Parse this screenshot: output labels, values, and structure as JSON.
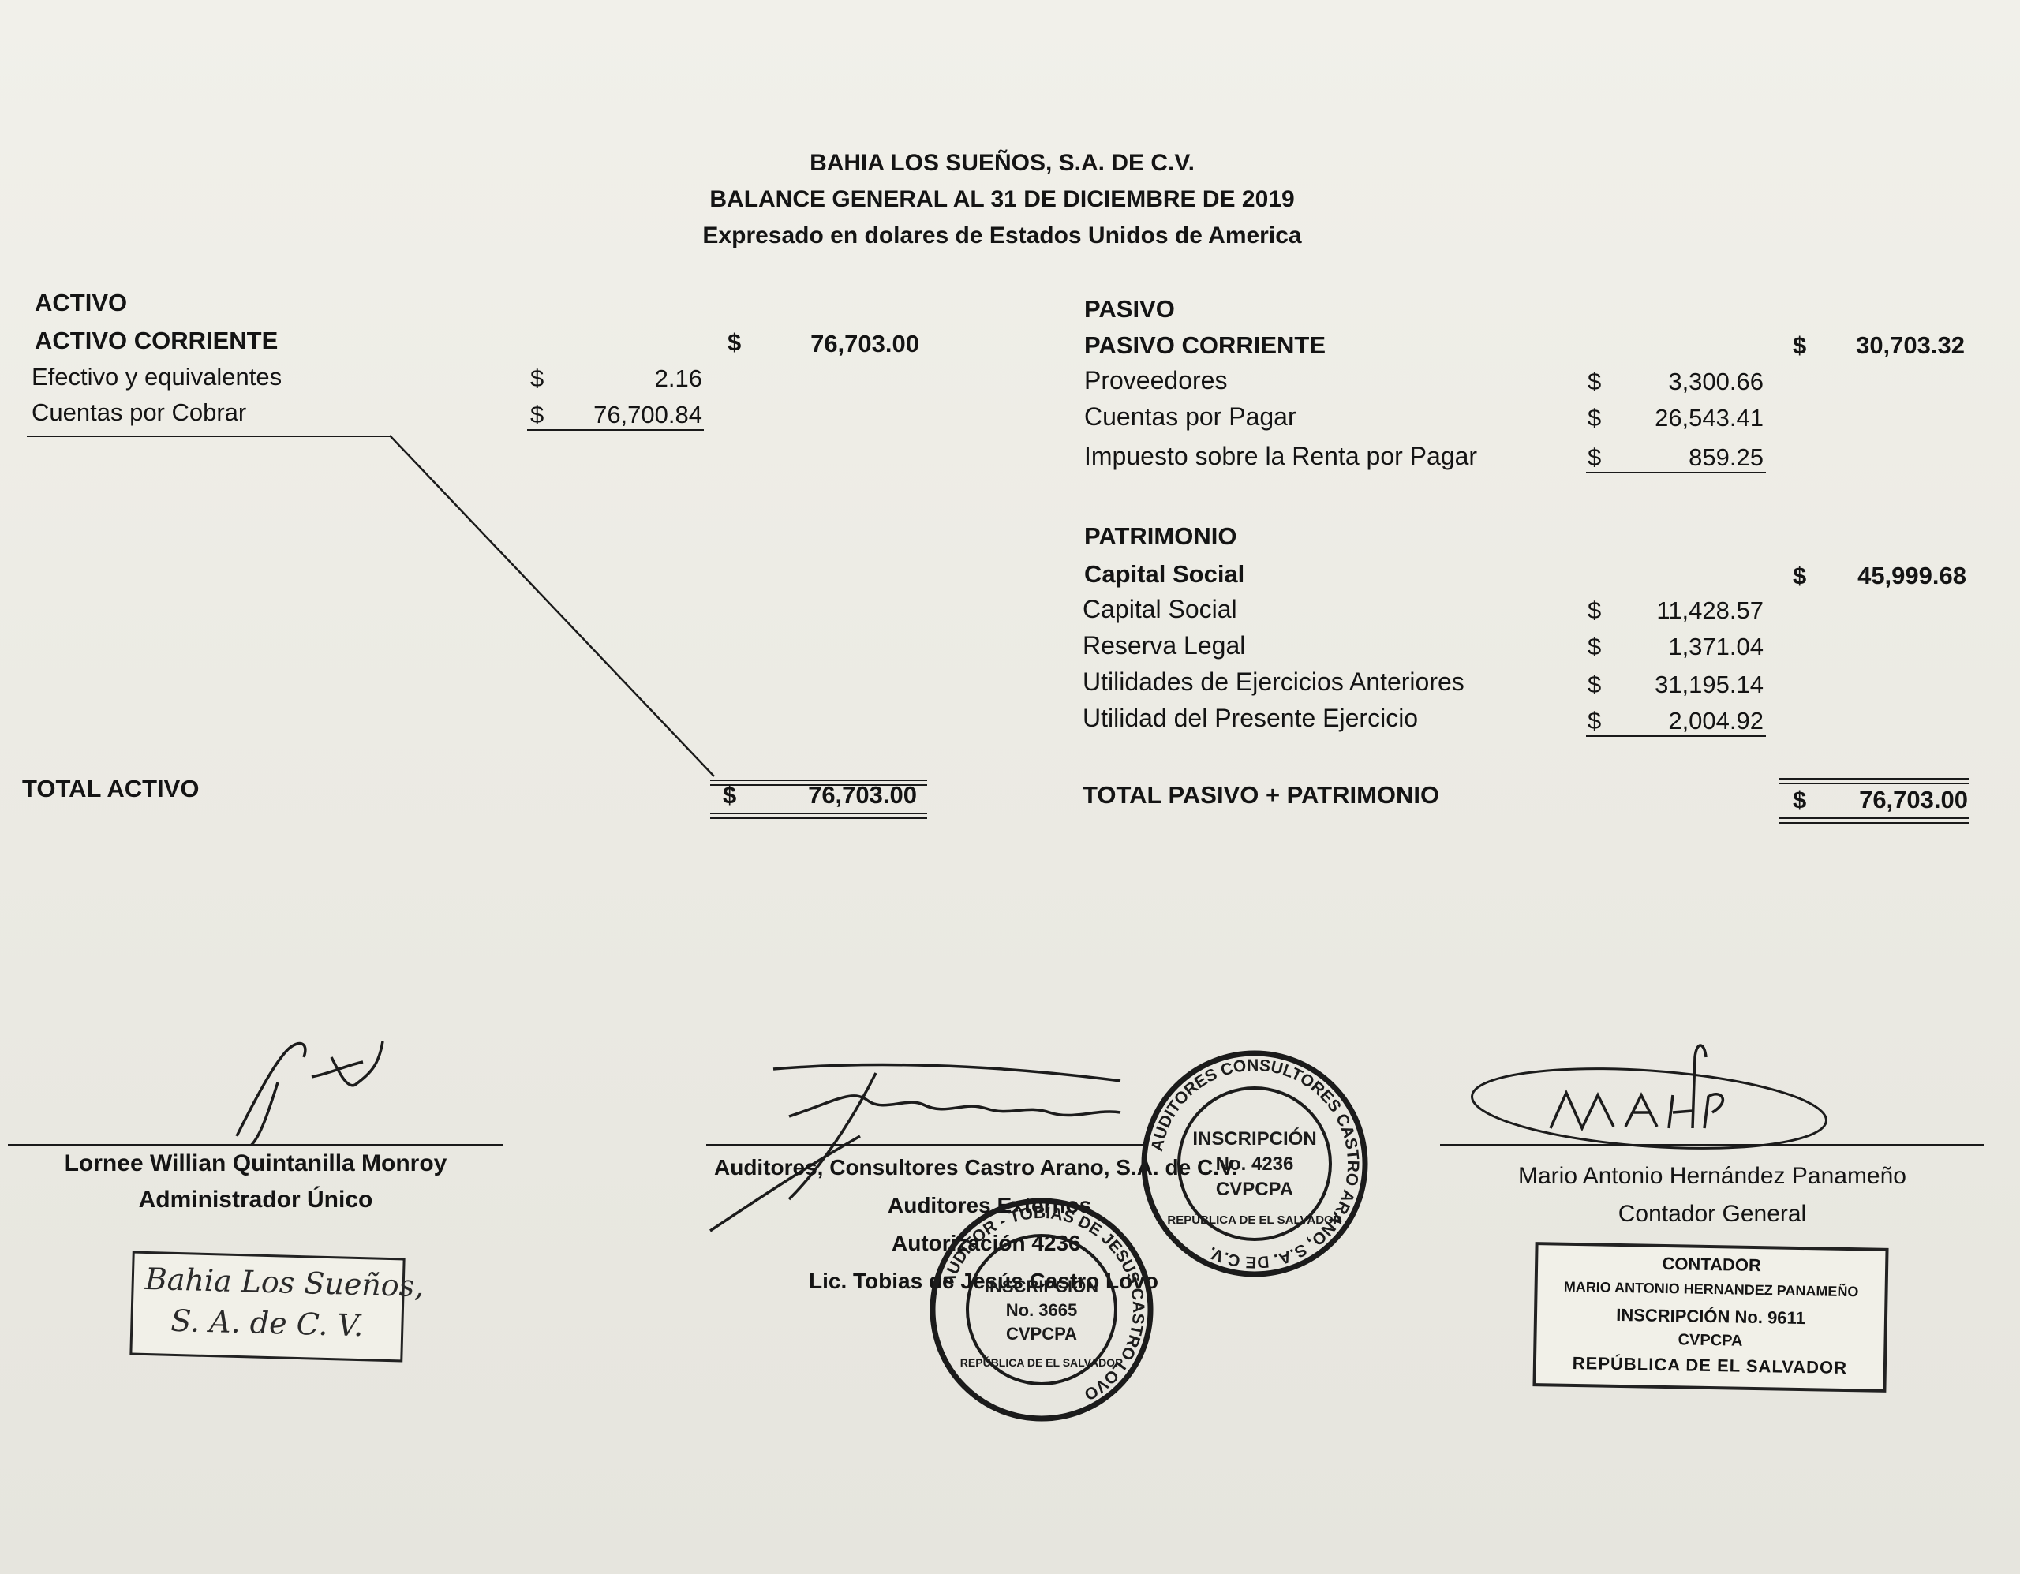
{
  "header": {
    "company": "BAHIA LOS SUEÑOS, S.A. DE C.V.",
    "report": "BALANCE GENERAL AL 31 DE DICIEMBRE DE 2019",
    "currency_note": "Expresado en dolares de Estados Unidos de America"
  },
  "assets": {
    "section": "ACTIVO",
    "current_label": "ACTIVO CORRIENTE",
    "current_total": {
      "cur": "$",
      "value": "76,703.00"
    },
    "items": [
      {
        "label": "Efectivo y equivalentes",
        "cur": "$",
        "value": "2.16"
      },
      {
        "label": "Cuentas por Cobrar",
        "cur": "$",
        "value": "76,700.84"
      }
    ],
    "total_label": "TOTAL ACTIVO",
    "total": {
      "cur": "$",
      "value": "76,703.00"
    }
  },
  "liabilities": {
    "section": "PASIVO",
    "current_label": "PASIVO CORRIENTE",
    "current_total": {
      "cur": "$",
      "value": "30,703.32"
    },
    "items": [
      {
        "label": "Proveedores",
        "cur": "$",
        "value": "3,300.66"
      },
      {
        "label": "Cuentas por Pagar",
        "cur": "$",
        "value": "26,543.41"
      },
      {
        "label": "Impuesto sobre la Renta por Pagar",
        "cur": "$",
        "value": "859.25"
      }
    ]
  },
  "equity": {
    "section": "PATRIMONIO",
    "capital_label": "Capital Social",
    "capital_total": {
      "cur": "$",
      "value": "45,999.68"
    },
    "items": [
      {
        "label": "Capital Social",
        "cur": "$",
        "value": "11,428.57"
      },
      {
        "label": "Reserva Legal",
        "cur": "$",
        "value": "1,371.04"
      },
      {
        "label": "Utilidades de Ejercicios Anteriores",
        "cur": "$",
        "value": "31,195.14"
      },
      {
        "label": "Utilidad del Presente Ejercicio",
        "cur": "$",
        "value": "2,004.92"
      }
    ],
    "total_label": "TOTAL PASIVO + PATRIMONIO",
    "total": {
      "cur": "$",
      "value": "76,703.00"
    }
  },
  "signatures": {
    "admin": {
      "name": "Lornee Willian Quintanilla Monroy",
      "role": "Administrador Único",
      "seal_line1": "Bahia Los Sueños,",
      "seal_line2": "S. A. de C. V."
    },
    "auditor": {
      "firm": "Auditores, Consultores Castro Arano, S.A. de C.V.",
      "line2": "Auditores Externos",
      "line3": "Autorización 4236",
      "line4": "Lic. Tobias de Jesús Castro Lovo",
      "stamp_firm": {
        "ring": "AUDITORES CONSULTORES CASTRO ARANO, S.A. DE C.V.",
        "center1": "INSCRIPCIÓN",
        "center2": "No. 4236",
        "center3": "CVPCPA",
        "bottom": "REPÚBLICA DE EL SALVADOR"
      },
      "stamp_person": {
        "ring": "AUDITOR - TOBIAS DE JESUS CASTRO LOVO",
        "center1": "INSCRIPCIÓN",
        "center2": "No. 3665",
        "center3": "CVPCPA",
        "bottom": "REPÚBLICA DE EL SALVADOR"
      }
    },
    "accountant": {
      "name": "Mario Antonio Hernández Panameño",
      "role": "Contador General",
      "stamp_line1": "CONTADOR",
      "stamp_line2": "MARIO ANTONIO HERNANDEZ PANAMEÑO",
      "stamp_line3": "INSCRIPCIÓN No. 9611",
      "stamp_line4": "CVPCPA",
      "stamp_line5": "REPÚBLICA DE EL SALVADOR"
    }
  }
}
